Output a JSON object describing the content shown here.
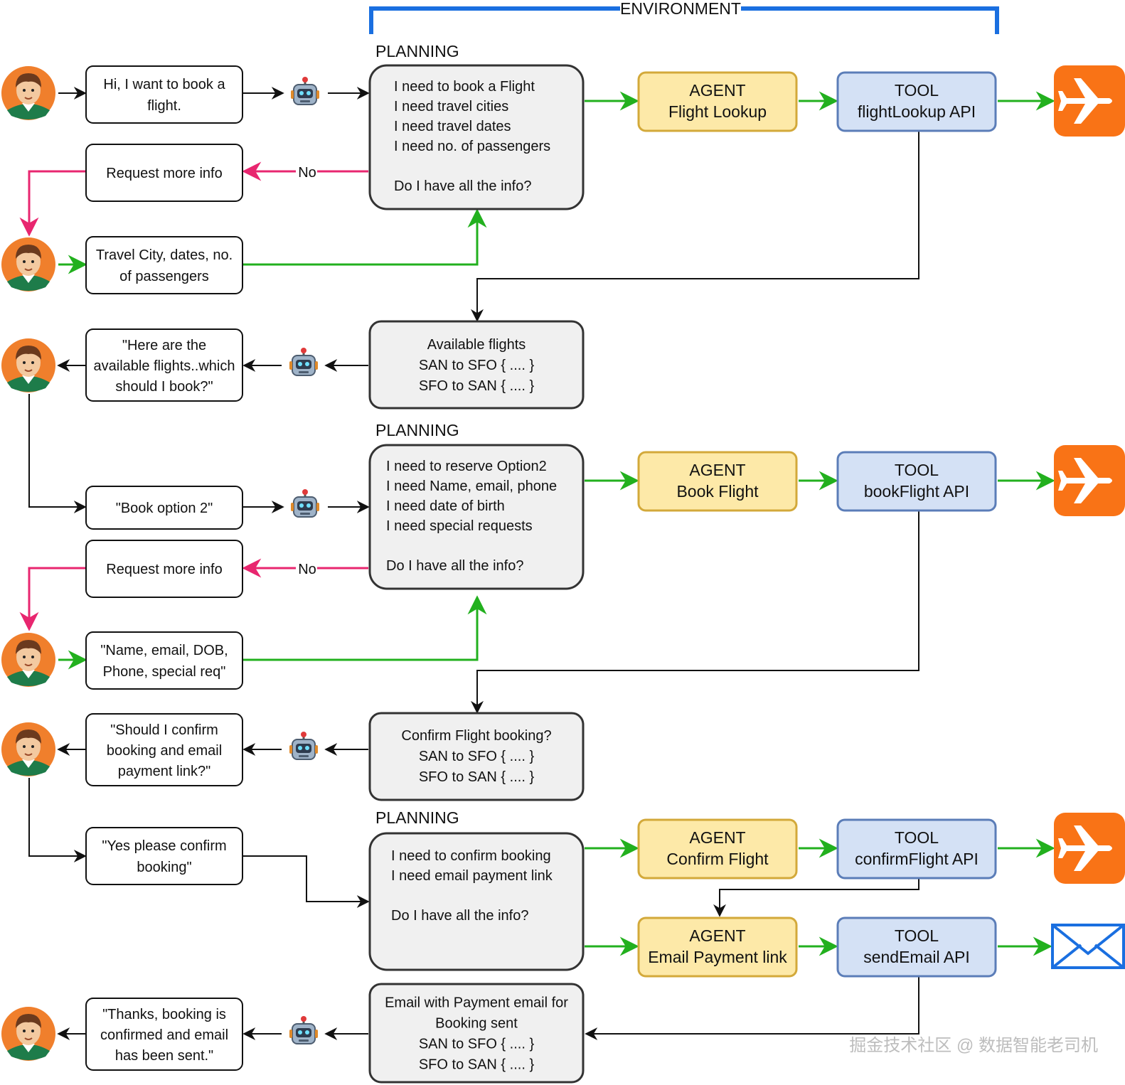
{
  "environment_label": "ENVIRONMENT",
  "planning_label": "PLANNING",
  "no_label": "No",
  "watermark": "掘金技术社区 @ 数据智能老司机",
  "colors": {
    "user_msg_stroke": "#111111",
    "planning_fill": "#f0f0f0",
    "planning_stroke": "#333333",
    "agent_fill": "#fde9a8",
    "agent_stroke": "#d3a93a",
    "tool_fill": "#d4e1f5",
    "tool_stroke": "#5b7db8",
    "flow_green": "#22b01e",
    "flow_pink": "#e8266f",
    "flow_black": "#111111",
    "environment_blue": "#1a6fe0",
    "airplane_orange": "#f97316",
    "email_blue": "#1a6fe0"
  },
  "section1": {
    "user_request": [
      "Hi, I want to book a",
      "flight."
    ],
    "request_more": [
      "Request more info"
    ],
    "user_reply": [
      "Travel City, dates, no.",
      "of passengers"
    ],
    "planning": [
      "I need to book a Flight",
      "I need travel cities",
      "I need travel dates",
      "I need no. of passengers",
      "",
      "Do I have all the info?"
    ],
    "agent": [
      "AGENT",
      "Flight Lookup"
    ],
    "tool": [
      "TOOL",
      "flightLookup API"
    ],
    "result": [
      "Available flights",
      "SAN to SFO { .... }",
      "SFO to SAN { .... }"
    ],
    "bot_reply": [
      "\"Here are the",
      "available flights..which",
      "should I book?\""
    ]
  },
  "section2": {
    "user_request": [
      "\"Book option 2\""
    ],
    "request_more": [
      "Request more info"
    ],
    "user_reply": [
      "\"Name, email, DOB,",
      "Phone, special req\""
    ],
    "planning": [
      "I need to reserve Option2",
      "I need Name, email, phone",
      "I need date of birth",
      "I need special requests",
      "",
      "Do I have all the info?"
    ],
    "agent": [
      "AGENT",
      "Book Flight"
    ],
    "tool": [
      "TOOL",
      "bookFlight API"
    ],
    "result": [
      "Confirm Flight booking?",
      "SAN to SFO { .... }",
      "SFO to SAN { .... }"
    ],
    "bot_reply": [
      "\"Should I confirm",
      "booking and email",
      "payment link?\""
    ]
  },
  "section3": {
    "user_request": [
      "\"Yes please confirm",
      "booking\""
    ],
    "planning": [
      "I need to confirm booking",
      "I need email payment link",
      "",
      "Do I have all the info?"
    ],
    "agent_confirm": [
      "AGENT",
      "Confirm Flight"
    ],
    "tool_confirm": [
      "TOOL",
      "confirmFlight API"
    ],
    "agent_email": [
      "AGENT",
      "Email Payment link"
    ],
    "tool_email": [
      "TOOL",
      "sendEmail API"
    ],
    "result": [
      "Email with Payment email for",
      "Booking sent",
      "SAN to SFO { .... }",
      "SFO to SAN { .... }"
    ],
    "bot_reply": [
      "\"Thanks, booking is",
      "confirmed and email",
      "has been sent.\""
    ]
  },
  "icons": {
    "user": "user-avatar-icon",
    "robot": "robot-icon",
    "airplane": "airplane-icon",
    "email": "email-envelope-icon"
  }
}
